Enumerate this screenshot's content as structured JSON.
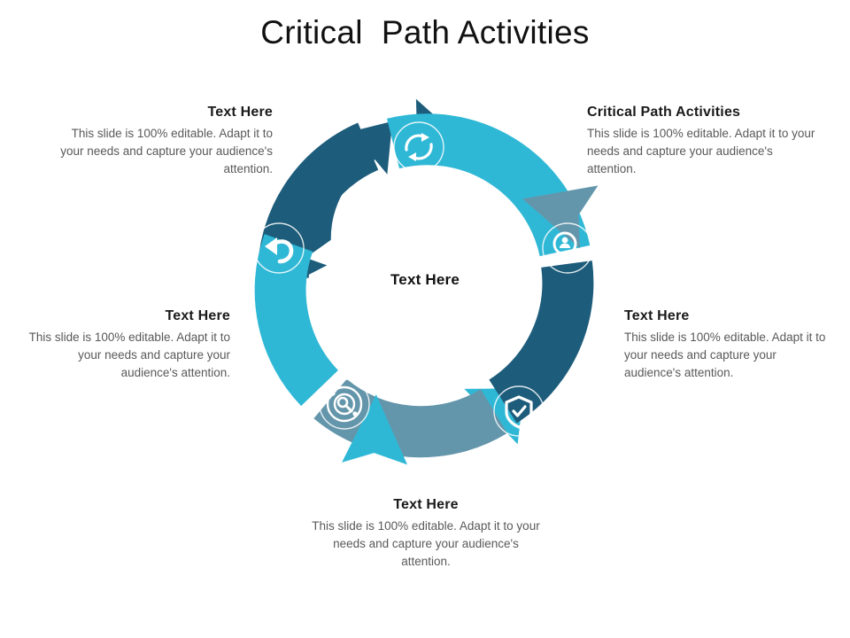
{
  "slide": {
    "title": "Critical  Path Activities",
    "background_color": "#ffffff"
  },
  "palette": {
    "dark_teal": "#1d5c7b",
    "cyan": "#2fb8d6",
    "steel_blue": "#6496ab",
    "title_color": "#111111",
    "body_color": "#595959",
    "icon_stroke": "#ffffff"
  },
  "diagram": {
    "type": "circular-arrow-cycle",
    "center_label": "Text Here",
    "direction": "clockwise",
    "segments": [
      {
        "id": "segment-top",
        "position": "top",
        "color": "#1d5c7b",
        "icon": "refresh-cycle-icon",
        "icon_label": "refresh-cycle"
      },
      {
        "id": "segment-right-upper",
        "position": "right-upper",
        "color": "#2fb8d6",
        "icon": "user-search-icon",
        "icon_label": "user-search"
      },
      {
        "id": "segment-right-lower",
        "position": "right-lower",
        "color": "#1d5c7b",
        "icon": "shield-check-icon",
        "icon_label": "shield-check"
      },
      {
        "id": "segment-bottom",
        "position": "bottom",
        "color": "#6496ab",
        "icon": "target-search-icon",
        "icon_label": "target-search"
      },
      {
        "id": "segment-left",
        "position": "left",
        "color": "#2fb8d6",
        "icon": "undo-arrow-icon",
        "icon_label": "undo-arrow"
      }
    ]
  },
  "blocks": {
    "top_left": {
      "title": "Text Here",
      "body": "This slide is 100% editable.  Adapt it to your needs and capture your audience's attention."
    },
    "top_right": {
      "title": "Critical Path Activities",
      "body": "This slide is 100% editable.  Adapt it to your needs and capture your audience's attention."
    },
    "right": {
      "title": "Text Here",
      "body": "This slide is 100% editable.  Adapt it to your needs and capture your audience's attention."
    },
    "left": {
      "title": "Text Here",
      "body": "This slide is 100% editable.  Adapt it to your needs and capture your audience's attention."
    },
    "bottom": {
      "title": "Text Here",
      "body": "This slide is 100% editable.  Adapt it to your needs and capture your audience's attention."
    }
  }
}
